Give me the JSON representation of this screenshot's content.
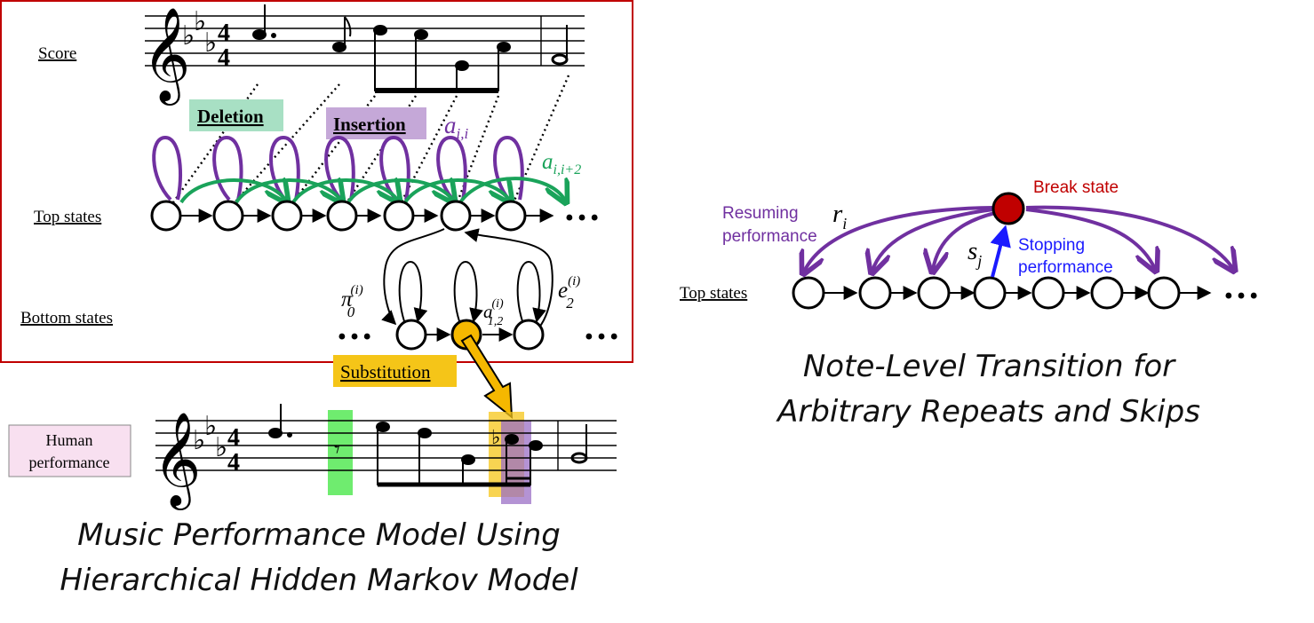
{
  "left_panel": {
    "labels": {
      "score": "Score",
      "top_states": "Top states",
      "bottom_states": "Bottom states",
      "human_performance_line1": "Human",
      "human_performance_line2": "performance"
    },
    "tags": {
      "deletion": "Deletion",
      "insertion": "Insertion",
      "substitution": "Substitution"
    },
    "math": {
      "a_ii_base": "a",
      "a_ii_sub": "i,i",
      "a_ii2_base": "a",
      "a_ii2_sub": "i,i+2",
      "pi_base": "π",
      "pi_sup": "(i)",
      "pi_sub": "0",
      "a12_base": "a",
      "a12_sup": "(i)",
      "a12_sub": "1,2",
      "e_base": "e",
      "e_sup": "(i)",
      "e_sub": "2"
    },
    "ellipsis": "…",
    "caption_line1": "Music Performance Model Using",
    "caption_line2": "Hierarchical Hidden Markov Model"
  },
  "right_panel": {
    "labels": {
      "top_states": "Top states",
      "break_state": "Break state",
      "resuming_line1": "Resuming",
      "resuming_line2": "performance",
      "stopping_line1": "Stopping",
      "stopping_line2": "performance"
    },
    "math": {
      "r_base": "r",
      "r_sub": "i",
      "s_base": "s",
      "s_sub": "j"
    },
    "ellipsis": "…",
    "caption_line1": "Note-Level Transition for",
    "caption_line2": "Arbitrary Repeats and Skips"
  },
  "colors": {
    "frame_red": "#c00000",
    "purple": "#7030a0",
    "green": "#1aa35a",
    "deletion_bg": "#a8e0c4",
    "insertion_bg": "#c5a8d8",
    "substitution_bg": "#f5c518",
    "break_red": "#c00000",
    "stopping_blue": "#1a1aff",
    "bottom_state_gold": "#f5b800",
    "human_bg": "#f8e0f0"
  }
}
